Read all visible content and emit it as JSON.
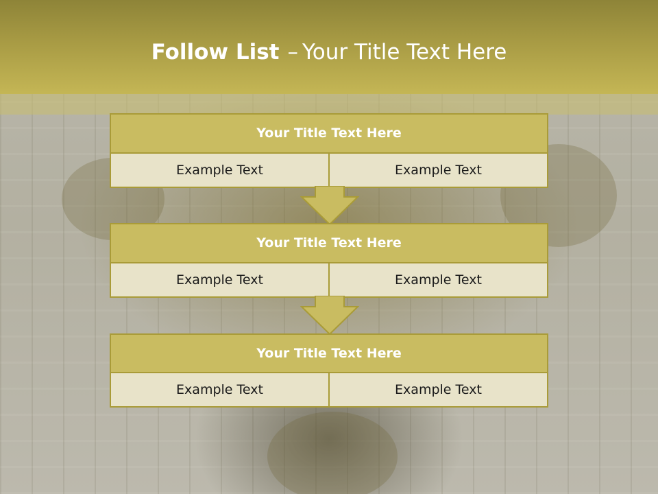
{
  "slide": {
    "title_bold": "Follow List",
    "title_sep": "–",
    "title_rest": "Your Title Text Here"
  },
  "blocks": [
    {
      "title": "Your Title Text Here",
      "left": "Example Text",
      "right": "Example Text"
    },
    {
      "title": "Your Title Text Here",
      "left": "Example Text",
      "right": "Example Text"
    },
    {
      "title": "Your Title Text Here",
      "left": "Example Text",
      "right": "Example Text"
    }
  ],
  "colors": {
    "header": "#a89b44",
    "block_title_fill": "#c9bc61",
    "block_row_fill": "#e8e3c9",
    "border": "#a99b38",
    "arrow_fill": "#c9bc61"
  },
  "icons": [
    "down-arrow-icon",
    "down-arrow-icon"
  ]
}
